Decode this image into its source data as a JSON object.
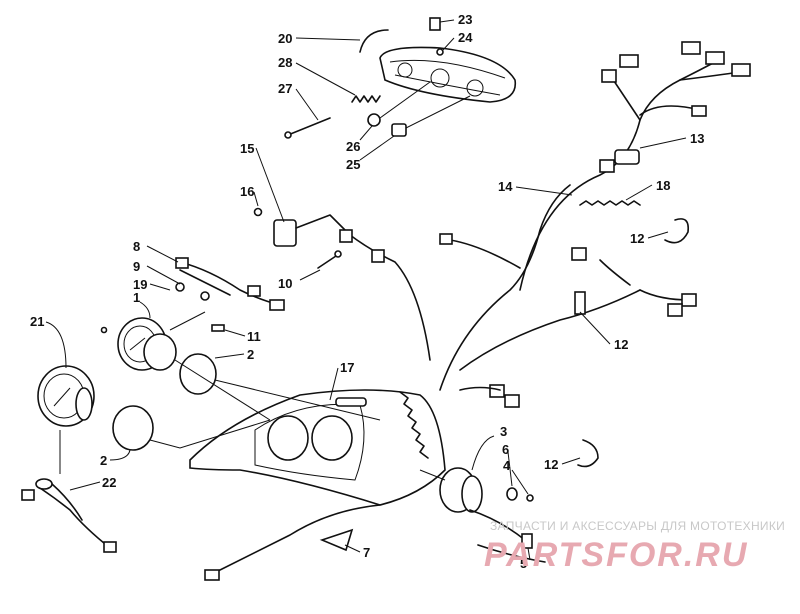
{
  "callouts": [
    {
      "id": "20",
      "label": "20"
    },
    {
      "id": "23",
      "label": "23"
    },
    {
      "id": "24",
      "label": "24"
    },
    {
      "id": "28",
      "label": "28"
    },
    {
      "id": "27",
      "label": "27"
    },
    {
      "id": "26",
      "label": "26"
    },
    {
      "id": "25",
      "label": "25"
    },
    {
      "id": "13",
      "label": "13"
    },
    {
      "id": "14",
      "label": "14"
    },
    {
      "id": "18",
      "label": "18"
    },
    {
      "id": "15",
      "label": "15"
    },
    {
      "id": "16",
      "label": "16"
    },
    {
      "id": "12a",
      "label": "12"
    },
    {
      "id": "10",
      "label": "10"
    },
    {
      "id": "8",
      "label": "8"
    },
    {
      "id": "9",
      "label": "9"
    },
    {
      "id": "19",
      "label": "19"
    },
    {
      "id": "1",
      "label": "1"
    },
    {
      "id": "21",
      "label": "21"
    },
    {
      "id": "11",
      "label": "11"
    },
    {
      "id": "2a",
      "label": "2"
    },
    {
      "id": "12b",
      "label": "12"
    },
    {
      "id": "17",
      "label": "17"
    },
    {
      "id": "2b",
      "label": "2"
    },
    {
      "id": "3",
      "label": "3"
    },
    {
      "id": "6",
      "label": "6"
    },
    {
      "id": "4",
      "label": "4"
    },
    {
      "id": "12c",
      "label": "12"
    },
    {
      "id": "22",
      "label": "22"
    },
    {
      "id": "7",
      "label": "7"
    },
    {
      "id": "5",
      "label": "5"
    }
  ],
  "watermark": {
    "tagline": "ЗАПЧАСТИ И АКСЕССУАРЫ ДЛЯ МОТОТЕХНИКИ",
    "brand": "PARTSFOR.RU"
  }
}
